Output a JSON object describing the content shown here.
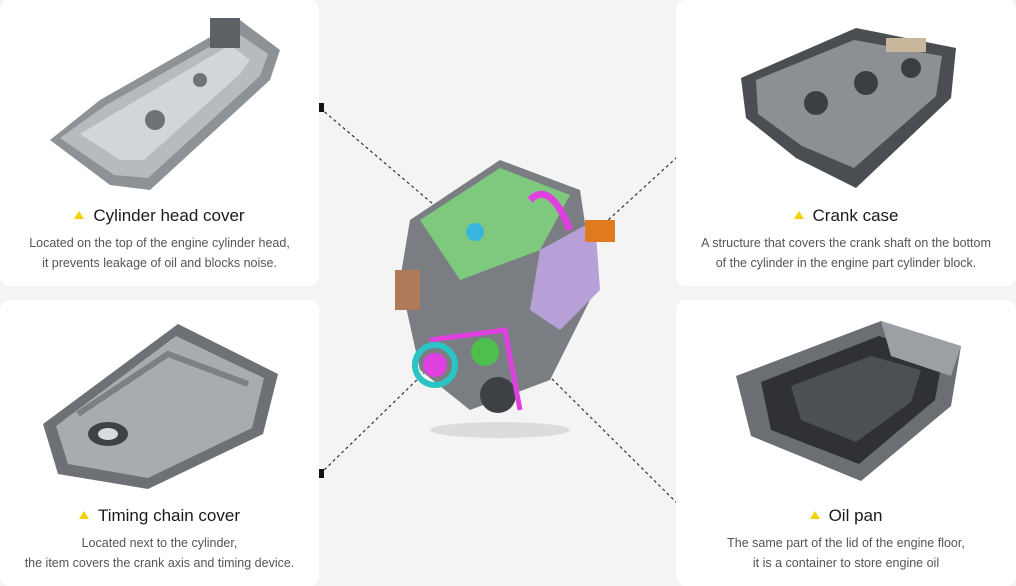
{
  "parts": {
    "cylinder_head_cover": {
      "title": "Cylinder head cover",
      "desc_line1": "Located on the top of the engine cylinder head,",
      "desc_line2": "it prevents leakage of oil and blocks noise."
    },
    "crank_case": {
      "title": "Crank case",
      "desc_line1": "A structure that covers the crank shaft on the bottom",
      "desc_line2": "of the cylinder in the engine part cylinder block."
    },
    "timing_chain_cover": {
      "title": "Timing chain cover",
      "desc_line1": "Located next to the cylinder,",
      "desc_line2": "the item covers the crank axis and timing device."
    },
    "oil_pan": {
      "title": "Oil pan",
      "desc_line1": "The same part of the lid of the engine floor,",
      "desc_line2": "it is a container to store engine oil"
    }
  },
  "colors": {
    "background": "#f4f4f4",
    "card": "#ffffff",
    "marker": "#f2d200",
    "metal": "#9a9ea3"
  }
}
